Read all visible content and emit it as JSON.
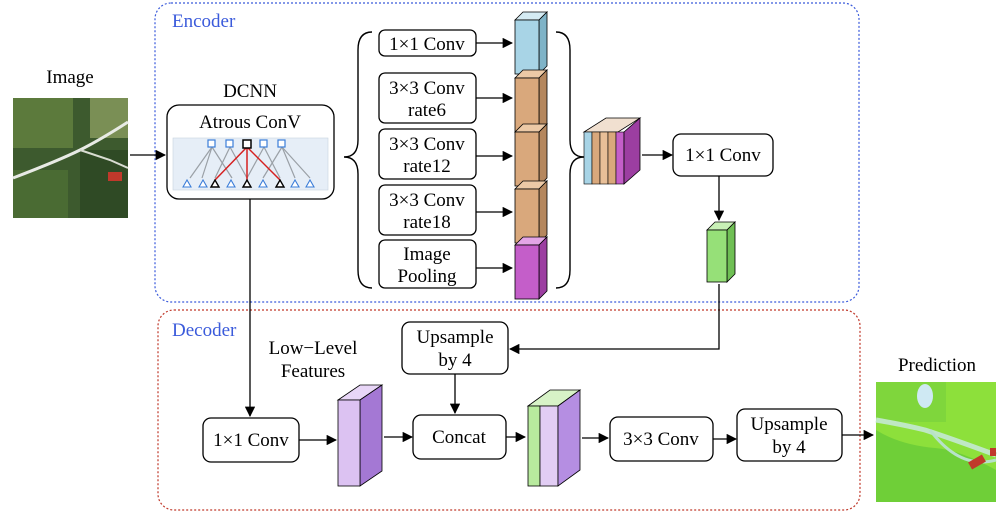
{
  "sections": {
    "encoder": "Encoder",
    "decoder": "Decoder"
  },
  "labels": {
    "image": "Image",
    "prediction": "Prediction",
    "dcnn": "DCNN",
    "atrous": "Atrous ConV",
    "low_level_1": "Low−Level",
    "low_level_2": "Features"
  },
  "aspp": {
    "conv1x1": "1×1 Conv",
    "conv_r6_1": "3×3 Conv",
    "conv_r6_2": "rate6",
    "conv_r12_1": "3×3 Conv",
    "conv_r12_2": "rate12",
    "conv_r18_1": "3×3 Conv",
    "conv_r18_2": "rate18",
    "pool_1": "Image",
    "pool_2": "Pooling"
  },
  "encoder_out": {
    "conv1x1": "1×1 Conv"
  },
  "decoder": {
    "upsample_top_1": "Upsample",
    "upsample_top_2": "by 4",
    "low_conv": "1×1 Conv",
    "concat": "Concat",
    "conv3x3": "3×3 Conv",
    "upsample_out_1": "Upsample",
    "upsample_out_2": "by 4"
  },
  "colors": {
    "encoder_border": "#3b5bdb",
    "decoder_border": "#c0392b",
    "blue_block": "#a8d4e6",
    "tan_block": "#d9a87c",
    "magenta_block": "#c45ec9",
    "green_block": "#96e078",
    "purple_block": "#c39bea"
  }
}
